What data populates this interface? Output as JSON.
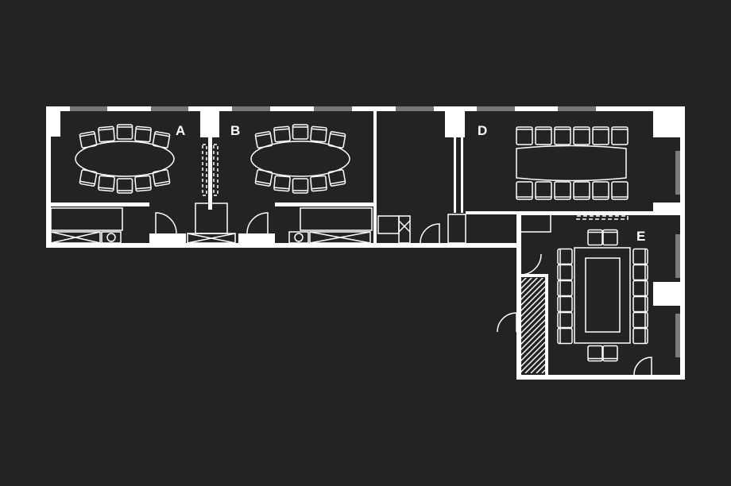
{
  "plan": {
    "rooms": [
      {
        "label": "A"
      },
      {
        "label": "B"
      },
      {
        "label": "D"
      },
      {
        "label": "E"
      }
    ],
    "colors": {
      "background": "#232323",
      "lines": "#ffffff"
    }
  }
}
